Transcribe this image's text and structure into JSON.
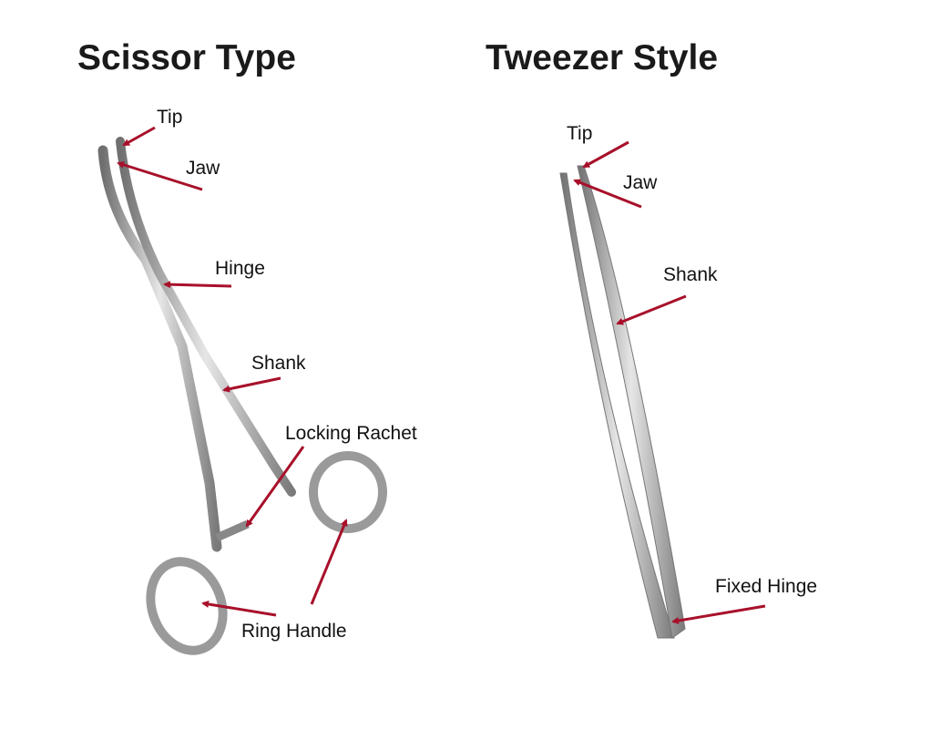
{
  "titles": {
    "scissor": "Scissor Type",
    "tweezer": "Tweezer Style"
  },
  "scissor_labels": {
    "tip": "Tip",
    "jaw": "Jaw",
    "hinge": "Hinge",
    "shank": "Shank",
    "locking_rachet": "Locking Rachet",
    "ring_handle": "Ring Handle"
  },
  "tweezer_labels": {
    "tip": "Tip",
    "jaw": "Jaw",
    "shank": "Shank",
    "fixed_hinge": "Fixed Hinge"
  },
  "colors": {
    "arrow": "#a8102a",
    "steel": "#9a9a9a",
    "title": "#1a1a1a"
  }
}
